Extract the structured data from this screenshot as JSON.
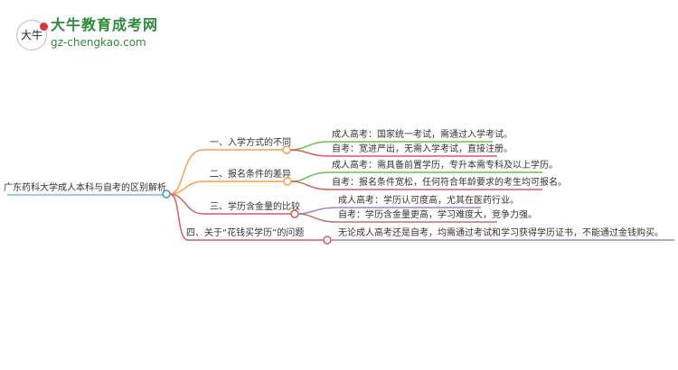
{
  "logo": {
    "name": "大牛教育成考网",
    "url": "gz-chengkao.com",
    "mark": "大牛"
  },
  "root": "广东药科大学成人本科与自考的区别解析",
  "branches": [
    {
      "label": "一、入学方式的不同",
      "children": [
        "成人高考：国家统一考试，需通过入学考试。",
        "自考：宽进严出，无需入学考试，直接注册。"
      ]
    },
    {
      "label": "二、报名条件的差异",
      "children": [
        "成人高考：需具备前置学历，专升本需专科及以上学历。",
        "自考：报名条件宽松，任何符合年龄要求的考生均可报名。"
      ]
    },
    {
      "label": "三、学历含金量的比较",
      "children": [
        "成人高考：学历认可度高，尤其在医药行业。",
        "自考：学历含金量更高，学习难度大，竞争力强。"
      ]
    },
    {
      "label": "四、关于“花钱买学历”的问题",
      "children": [
        "无论成人高考还是自考，均需通过考试和学习获得学历证书，不能通过金钱购买。"
      ]
    }
  ],
  "colors": {
    "orange": "#f7a04f",
    "red": "#e05a5a",
    "green": "#6cc24a",
    "purple": "#a57fd6",
    "brown": "#b07a6a",
    "root_node": "#4a90d9"
  }
}
